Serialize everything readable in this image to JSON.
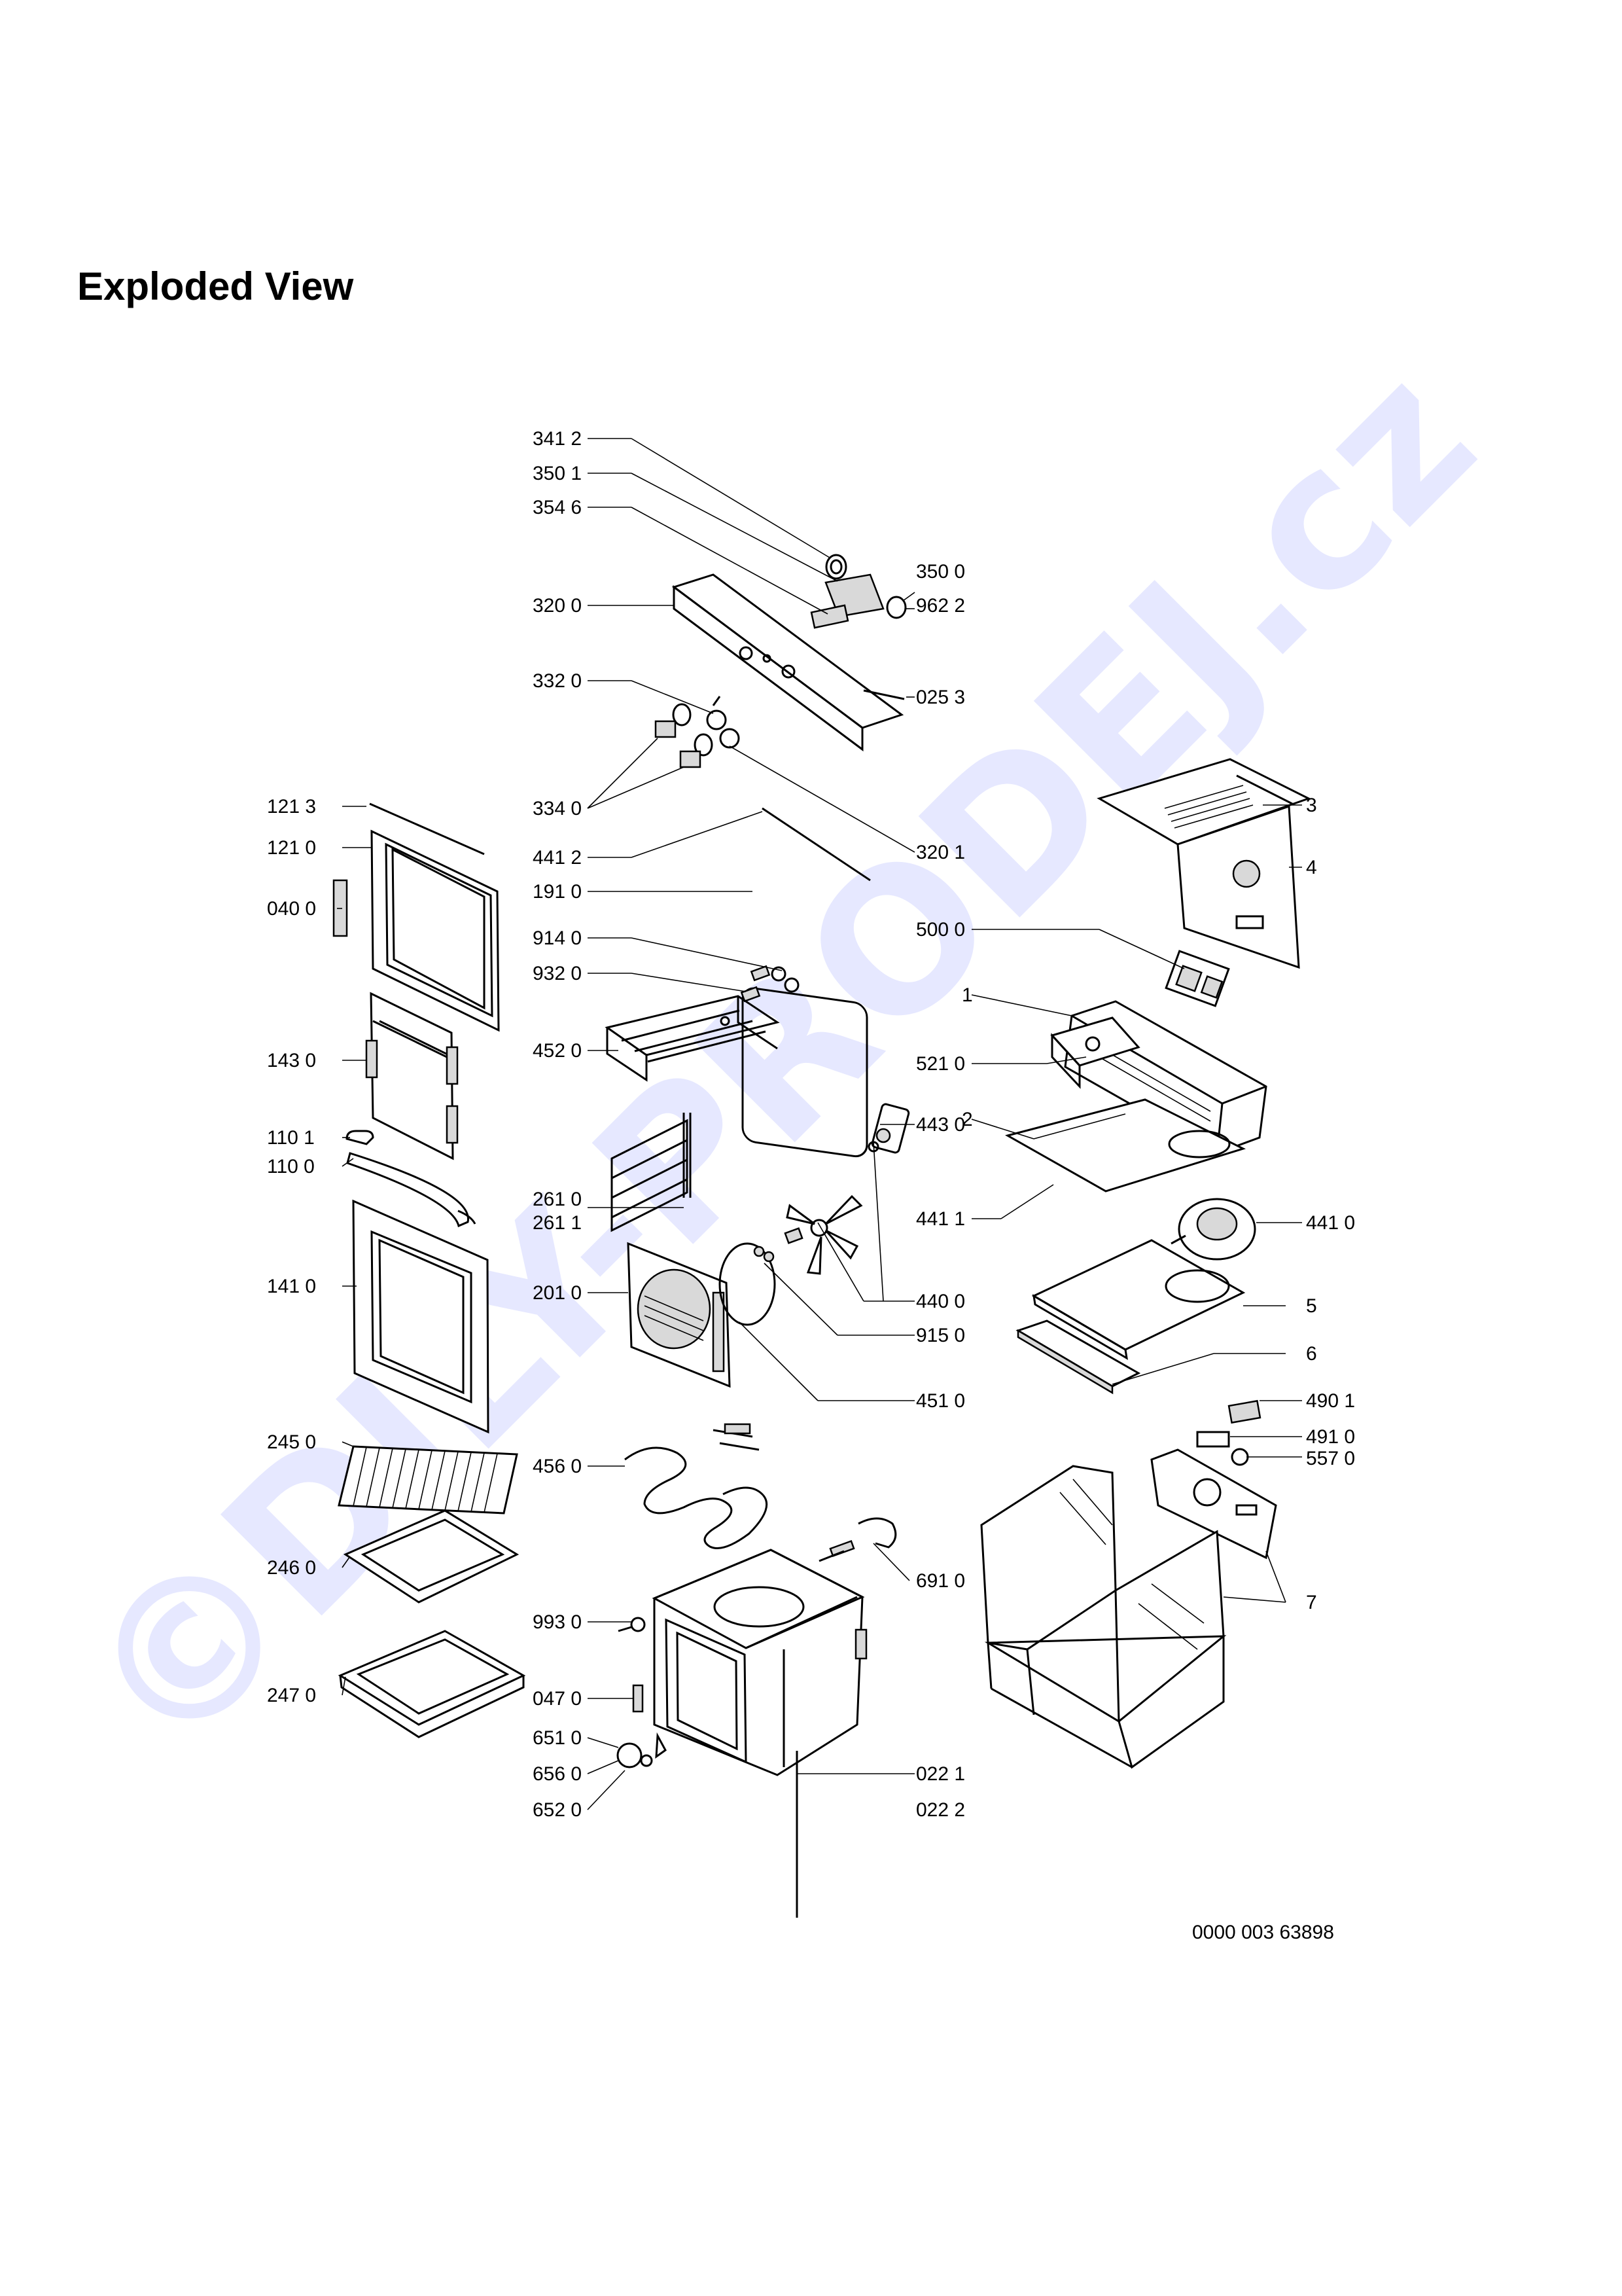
{
  "title": "Exploded View",
  "watermark": "©DILY-PRODEJ.cz",
  "drawing_number": "0000 003 63898",
  "callouts": {
    "c3412": "341 2",
    "c3501": "350 1",
    "c3546": "354 6",
    "c3500": "350 0",
    "c9622": "962 2",
    "c3200": "320 0",
    "c0253": "025 3",
    "c3320": "332 0",
    "c3340": "334 0",
    "c3201": "320 1",
    "c4412": "441 2",
    "c1910": "191 0",
    "c9140": "914 0",
    "c9320": "932 0",
    "c4520": "452 0",
    "c2610": "261 0",
    "c2611": "261 1",
    "c2010": "201 0",
    "c9150": "915 0",
    "c4510": "451 0",
    "c4560": "456 0",
    "c9930": "993 0",
    "c0470": "047 0",
    "c6510": "651 0",
    "c6560": "656 0",
    "c6520": "652 0",
    "c0221": "022 1",
    "c0222": "022 2",
    "c6910": "691 0",
    "c1213": "121 3",
    "c1210": "121 0",
    "c0400": "040 0",
    "c1430": "143 0",
    "c1101": "110 1",
    "c1100": "110 0",
    "c1410": "141 0",
    "c2450": "245 0",
    "c2460": "246 0",
    "c2470": "247 0",
    "c3": "3",
    "c4": "4",
    "c5000": "500 0",
    "c1": "1",
    "c5210": "521 0",
    "c4430": "443 0",
    "c2": "2",
    "c4411": "441 1",
    "c4410": "441 0",
    "c4400": "440 0",
    "c5": "5",
    "c6": "6",
    "c4901": "490 1",
    "c4910": "491 0",
    "c5570": "557 0",
    "c7": "7"
  },
  "icons": [
    "oven-door-icon",
    "control-panel-icon",
    "oven-cavity-icon",
    "fan-icon",
    "heating-element-icon",
    "oven-rack-icon",
    "baking-tray-icon",
    "housing-frame-icon"
  ]
}
